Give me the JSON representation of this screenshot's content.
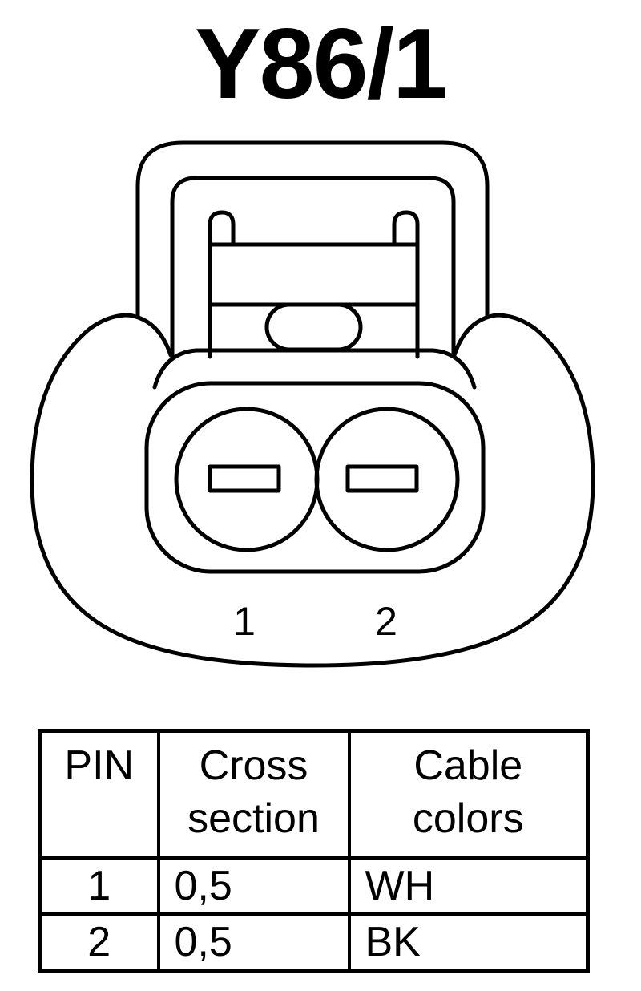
{
  "title": "Y86/1",
  "connector": {
    "pin_labels": [
      "1",
      "2"
    ]
  },
  "table": {
    "headers": {
      "pin": "PIN",
      "cross_section": [
        "Cross",
        "section"
      ],
      "cable_colors": [
        "Cable",
        "colors"
      ]
    },
    "rows": [
      {
        "pin": "1",
        "cross_section": "0,5",
        "cable_color": "WH"
      },
      {
        "pin": "2",
        "cross_section": "0,5",
        "cable_color": "BK"
      }
    ]
  }
}
